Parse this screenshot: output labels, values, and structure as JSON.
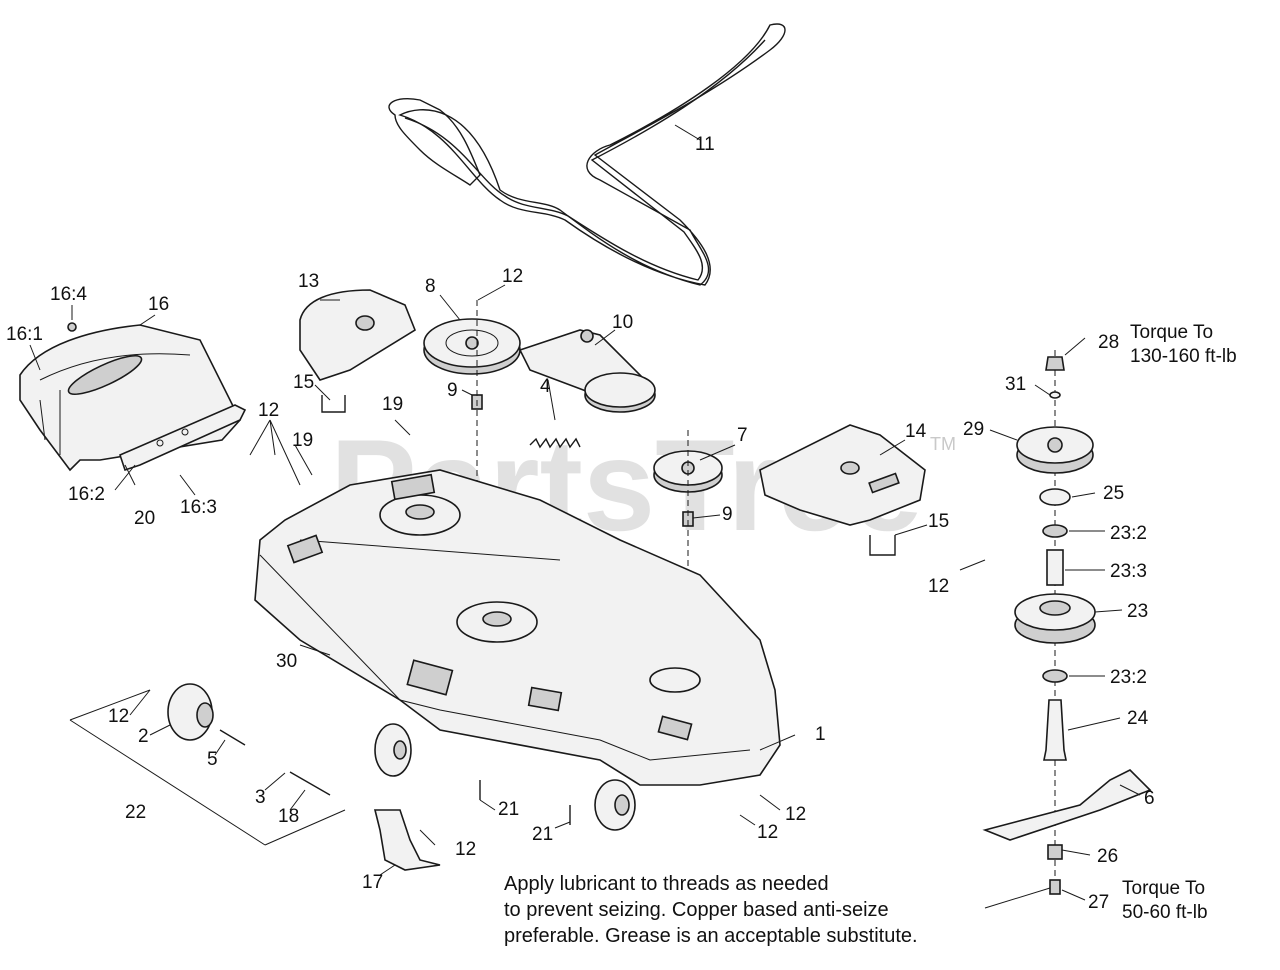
{
  "watermark": {
    "text": "PartsTree",
    "tm": "TM"
  },
  "callouts": {
    "c1": "1",
    "c2": "2",
    "c3": "3",
    "c4": "4",
    "c5": "5",
    "c6": "6",
    "c7": "7",
    "c8": "8",
    "c9a": "9",
    "c9b": "9",
    "c10": "10",
    "c11": "11",
    "c12a": "12",
    "c12b": "12",
    "c12c": "12",
    "c12d": "12",
    "c12e": "12",
    "c12f": "12",
    "c12g": "12",
    "c13": "13",
    "c14": "14",
    "c15a": "15",
    "c15b": "15",
    "c16": "16",
    "c16_1": "16:1",
    "c16_2": "16:2",
    "c16_3": "16:3",
    "c16_4": "16:4",
    "c17": "17",
    "c18": "18",
    "c19a": "19",
    "c19b": "19",
    "c20": "20",
    "c21a": "21",
    "c21b": "21",
    "c22": "22",
    "c23": "23",
    "c23_2a": "23:2",
    "c23_2b": "23:2",
    "c23_3": "23:3",
    "c24": "24",
    "c25": "25",
    "c26": "26",
    "c27": "27",
    "c28": "28",
    "c29": "29",
    "c30": "30",
    "c31": "31"
  },
  "torque": {
    "t28_line1": "Torque To",
    "t28_line2": "130-160 ft-lb",
    "t27_line1": "Torque To",
    "t27_line2": "50-60 ft-lb"
  },
  "note": {
    "line1": "Apply lubricant to threads as needed",
    "line2": "to prevent seizing. Copper based anti-seize",
    "line3": "preferable. Grease is an acceptable substitute."
  }
}
